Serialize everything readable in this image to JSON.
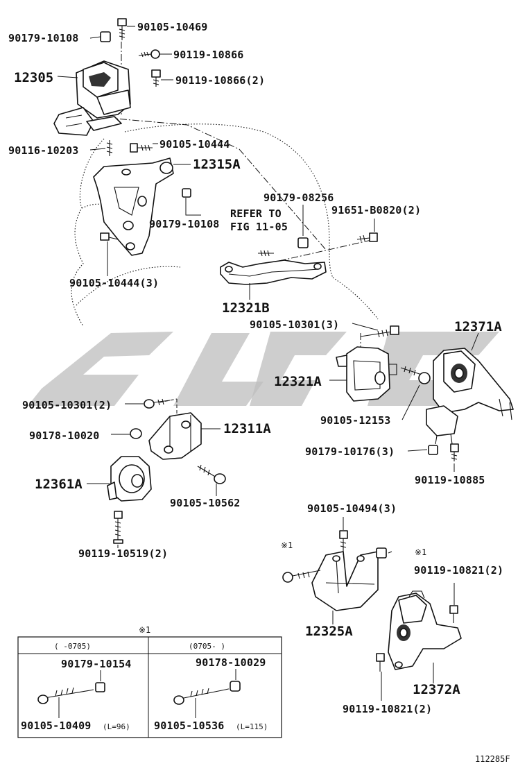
{
  "labels": {
    "p90179_10108_top": "90179-10108",
    "p90105_10469": "90105-10469",
    "p90119_10866": "90119-10866",
    "p12305": "12305",
    "p90119_10866_2": "90119-10866(2)",
    "p90116_10203": "90116-10203",
    "p90105_10444": "90105-10444",
    "p12315A": "12315A",
    "p90179_08256": "90179-08256",
    "refer_to_1": "REFER TO",
    "refer_to_2": "FIG 11-05",
    "p91651_B0820_2": "91651-B0820(2)",
    "p90179_10108_mid": "90179-10108",
    "p90105_10444_3": "90105-10444(3)",
    "p12321B": "12321B",
    "p90105_10301_3": "90105-10301(3)",
    "p12371A": "12371A",
    "p12321A": "12321A",
    "p90105_10301_2": "90105-10301(2)",
    "p90105_12153": "90105-12153",
    "p12311A": "12311A",
    "p90178_10020": "90178-10020",
    "p90179_10176_3": "90179-10176(3)",
    "p90119_10885": "90119-10885",
    "p12361A": "12361A",
    "p90105_10562": "90105-10562",
    "p90105_10494_3": "90105-10494(3)",
    "note1_a": "※1",
    "note1_b": "※1",
    "p90119_10519_2": "90119-10519(2)",
    "p90119_10821_2_top": "90119-10821(2)",
    "p12325A": "12325A",
    "p12372A": "12372A",
    "p90119_10821_2_bot": "90119-10821(2)",
    "figure_code": "112285F"
  },
  "table": {
    "title": "※1",
    "col1_header": "(    -0705)",
    "col2_header": "(0705-    )",
    "col1_nut": "90179-10154",
    "col1_bolt": "90105-10409",
    "col1_len": "(L=96)",
    "col2_nut": "90178-10029",
    "col2_bolt": "90105-10536",
    "col2_len": "(L=115)"
  },
  "colors": {
    "line": "#111111",
    "watermark": "#bdbdbd",
    "background": "#ffffff"
  }
}
